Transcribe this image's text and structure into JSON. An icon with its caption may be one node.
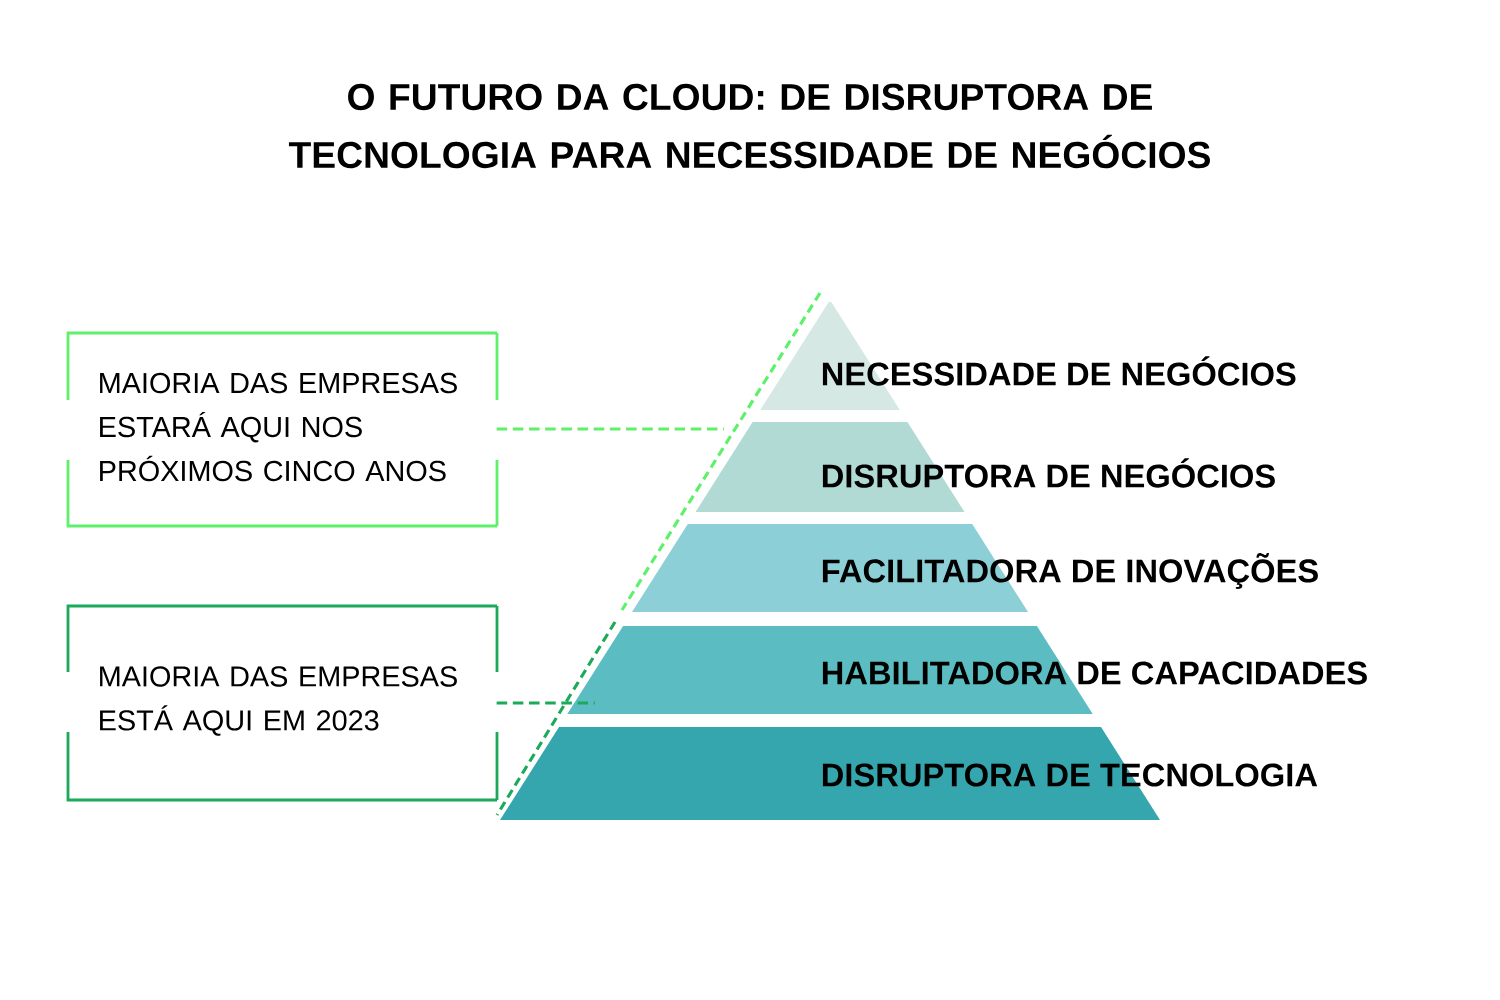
{
  "diagram": {
    "title": "O FUTURO DA CLOUD: DE DISRUPTORA DE TECNOLOGIA PARA NECESSIDADE DE NEGÓCIOS",
    "nodes": [
      {
        "text": [
          "MAIORIA DAS EMPRESAS ESTARÁ AQUI NOS PRÓXIMOS CINCO ANOS"
        ]
      },
      {
        "text": [
          "MAIORIA DAS EMPRESAS ESTÁ AQUI EM 2023"
        ]
      },
      {
        "text": [
          "NECESSIDADE DE NEGÓCIOS"
        ]
      },
      {
        "text": [
          "DISRUPTORA DE NEGÓCIOS"
        ]
      },
      {
        "text": [
          "FACILITADORA DE INOVAÇÕES"
        ]
      },
      {
        "text": [
          "HABILITADORA DE CAPACIDADES"
        ]
      },
      {
        "text": [
          "DISRUPTORA DE TECNOLOGIA"
        ]
      }
    ],
    "edges": [
      {
        "from": 0,
        "to": 3,
        "arrow": "none",
        "style": "dashed",
        "color": "#5ef06a"
      },
      {
        "from": 1,
        "to": 5,
        "arrow": "none",
        "style": "dashed",
        "color": "#1aaa5a"
      }
    ]
  }
}
